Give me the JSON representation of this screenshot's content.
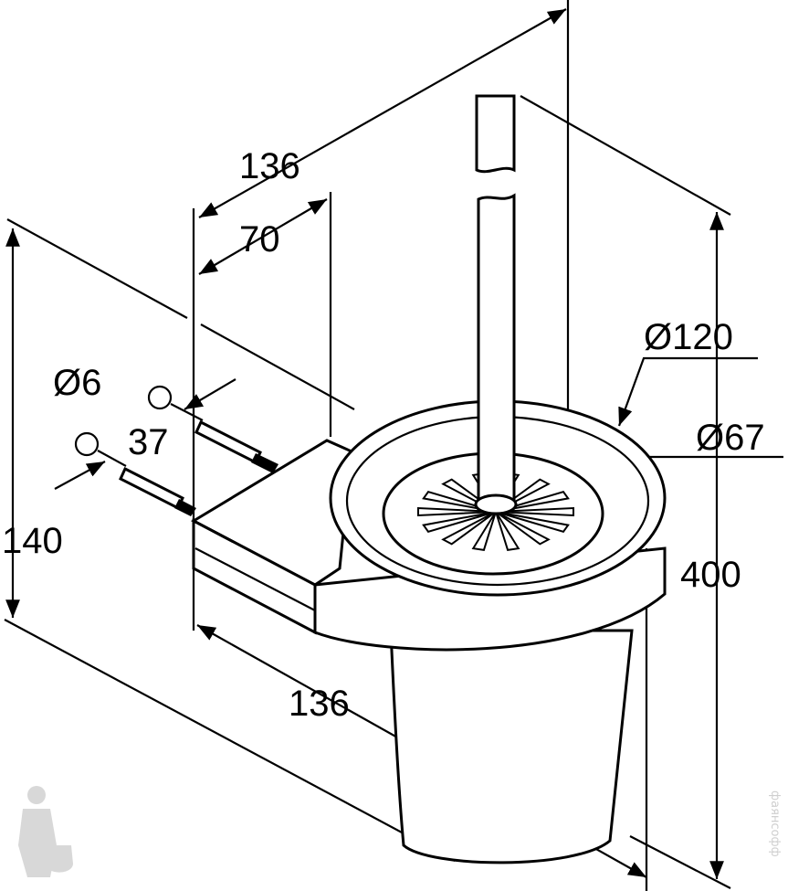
{
  "drawing": {
    "title": "Toilet brush holder dimension drawing",
    "dimensions": {
      "depth_top": "136",
      "mount_offset": "70",
      "screw_diameter": "Ø6",
      "screw_length": "37",
      "mount_height": "140",
      "depth_bottom": "136",
      "cup_outer_diameter": "Ø120",
      "cup_inner_diameter": "Ø67",
      "total_height": "400"
    },
    "watermark_text": "фаянсофф"
  }
}
